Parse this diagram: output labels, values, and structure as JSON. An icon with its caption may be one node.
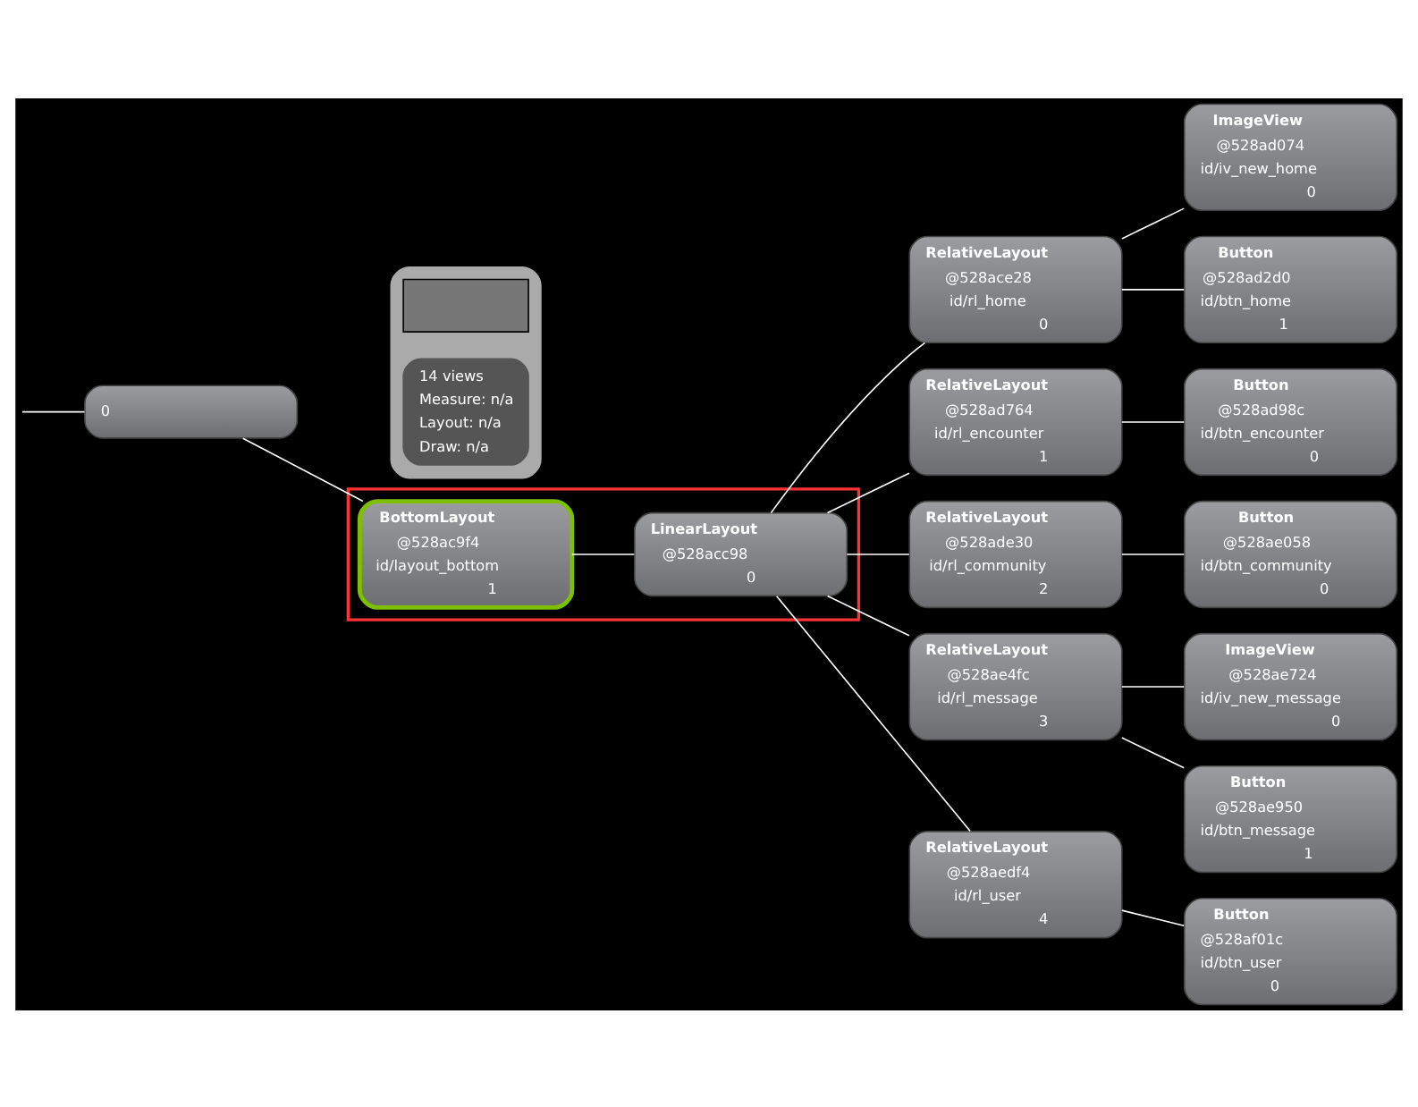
{
  "diagram": {
    "nodes": [
      {
        "text": [
          "0"
        ]
      },
      {
        "text": [],
        "shape": "box"
      },
      {
        "text": [],
        "shape": "box",
        "in": 1
      },
      {
        "text": [
          "14 views",
          "Measure: n/a",
          "Layout: n/a",
          "Draw: n/a"
        ],
        "in": 1
      },
      {
        "text": [],
        "shape": "box"
      },
      {
        "text": [
          "BottomLayout",
          "@528ac9f4",
          "id/layout_bottom",
          "1"
        ],
        "in": 4
      },
      {
        "text": [
          "LinearLayout",
          "@528acc98",
          "0"
        ],
        "in": 4
      },
      {
        "text": [
          "RelativeLayout",
          "@528ace28",
          "id/rl_home",
          "0"
        ]
      },
      {
        "text": [
          "RelativeLayout",
          "@528ad764",
          "id/rl_encounter",
          "1"
        ]
      },
      {
        "text": [
          "RelativeLayout",
          "@528ade30",
          "id/rl_community",
          "2"
        ]
      },
      {
        "text": [
          "RelativeLayout",
          "@528ae4fc",
          "id/rl_message",
          "3"
        ]
      },
      {
        "text": [
          "RelativeLayout",
          "@528aedf4",
          "id/rl_user",
          "4"
        ]
      },
      {
        "text": [
          "ImageView",
          "@528ad074",
          "id/iv_new_home",
          "0"
        ]
      },
      {
        "text": [
          "Button",
          "@528ad2d0",
          "id/btn_home",
          "1"
        ]
      },
      {
        "text": [
          "Button",
          "@528ad98c",
          "id/btn_encounter",
          "0"
        ]
      },
      {
        "text": [
          "Button",
          "@528ae058",
          "id/btn_community",
          "0"
        ]
      },
      {
        "text": [
          "ImageView",
          "@528ae724",
          "id/iv_new_message",
          "0"
        ]
      },
      {
        "text": [
          "Button",
          "@528ae950",
          "id/btn_message",
          "1"
        ]
      },
      {
        "text": [
          "Button",
          "@528af01c",
          "id/btn_user",
          "0"
        ]
      }
    ],
    "edges": [
      {
        "from": null,
        "to": 0,
        "arrow": "none"
      },
      {
        "from": 0,
        "to": 5,
        "arrow": "none"
      },
      {
        "from": 5,
        "to": 6,
        "arrow": "none"
      },
      {
        "from": 6,
        "to": 7,
        "arrow": "none"
      },
      {
        "from": 6,
        "to": 8,
        "arrow": "none"
      },
      {
        "from": 6,
        "to": 9,
        "arrow": "none"
      },
      {
        "from": 6,
        "to": 10,
        "arrow": "none"
      },
      {
        "from": 6,
        "to": 11,
        "arrow": "none"
      },
      {
        "from": 7,
        "to": 12,
        "arrow": "none"
      },
      {
        "from": 7,
        "to": 13,
        "arrow": "none"
      },
      {
        "from": 8,
        "to": 14,
        "arrow": "none"
      },
      {
        "from": 9,
        "to": 15,
        "arrow": "none"
      },
      {
        "from": 10,
        "to": 16,
        "arrow": "none"
      },
      {
        "from": 10,
        "to": 17,
        "arrow": "none"
      },
      {
        "from": 11,
        "to": 18,
        "arrow": "none"
      }
    ]
  }
}
